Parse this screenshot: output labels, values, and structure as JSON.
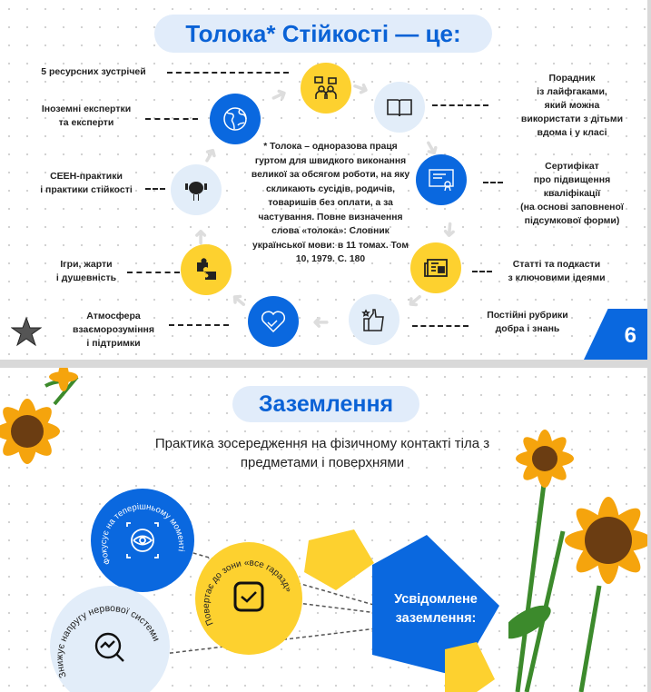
{
  "slide1": {
    "title": "Толока* Стійкості — це:",
    "left_items": [
      "5 ресурсних зустрічей",
      "Іноземні експертки\nта експерти",
      "CEEH-практики\nі практики стійкості",
      "Ігри, жарти\nі душевність",
      "Атмосфера\nвзаєморозуміння\nі підтримки"
    ],
    "right_items": [
      "Порадник\nіз лайфгаками,\nякий можна\nвикористати з дітьми\nвдома і у класі",
      "Сертифікат\nпро підвищення\nкваліфікації\n(на основі заповненої\nпідсумкової форми)",
      "Статті та подкасти\nз ключовими ідеями",
      "Постійні рубрики\nдобра і знань"
    ],
    "note": "* Толока – одноразова праця гуртом  для швидкого виконання великої за обсягом роботи, на яку скликають сусідів, родичів, товаришів без оплати, а за частування. Повне визначення слова «толока»: Словник української мови: в 11 томах. Том 10, 1979. С. 180",
    "page_number": "6"
  },
  "slide2": {
    "title": "Заземлення",
    "subtitle": "Практика зосередження на фізичному контакті тіла з предметами і поверхнями",
    "circle1": "Фокусує на теперішньому моменті",
    "circle2": "Повертає до зони «все гаразд»",
    "circle3": "Знижує напругу нервової системи",
    "center": "Усвідомлене заземлення:"
  },
  "colors": {
    "blue": "#0a68df",
    "yellow": "#fdd12f",
    "light": "#e2edf9"
  }
}
